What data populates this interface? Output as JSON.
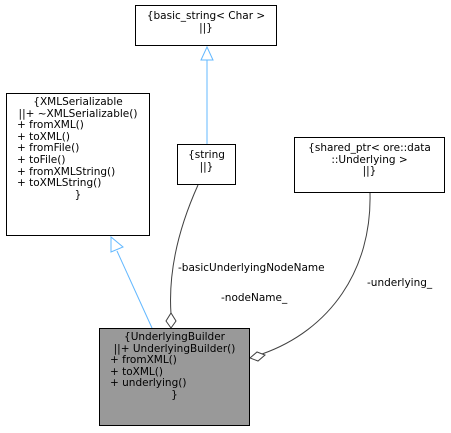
{
  "colors": {
    "inheritance_edge": "#63b8ff",
    "usage_edge": "#404040",
    "active_node_fill": "#999999",
    "node_fill": "#ffffff"
  },
  "nodes": {
    "basic_string": {
      "lines": [
        "{basic_string< Char >",
        "||}"
      ]
    },
    "xml_serializable": {
      "title": "{XMLSerializable",
      "header_line": "||+ ~XMLSerializable()",
      "members": [
        "+ fromXML()",
        "+ toXML()",
        "+ fromFile()",
        "+ toFile()",
        "+ fromXMLString()",
        "+ toXMLString()"
      ],
      "closer": "}"
    },
    "string": {
      "lines": [
        "{string",
        "||}"
      ]
    },
    "shared_ptr": {
      "lines": [
        "{shared_ptr< ore::data",
        "::Underlying >",
        "||}"
      ]
    },
    "underlying_builder": {
      "title": "{UnderlyingBuilder",
      "header_line": "||+ UnderlyingBuilder()",
      "members": [
        "+ fromXML()",
        "+ toXML()",
        "+ underlying()"
      ],
      "closer": "}"
    }
  },
  "edge_labels": {
    "basic_underlying_node_name": "-basicUnderlyingNodeName",
    "node_name": "-nodeName_",
    "underlying": "-underlying_"
  }
}
